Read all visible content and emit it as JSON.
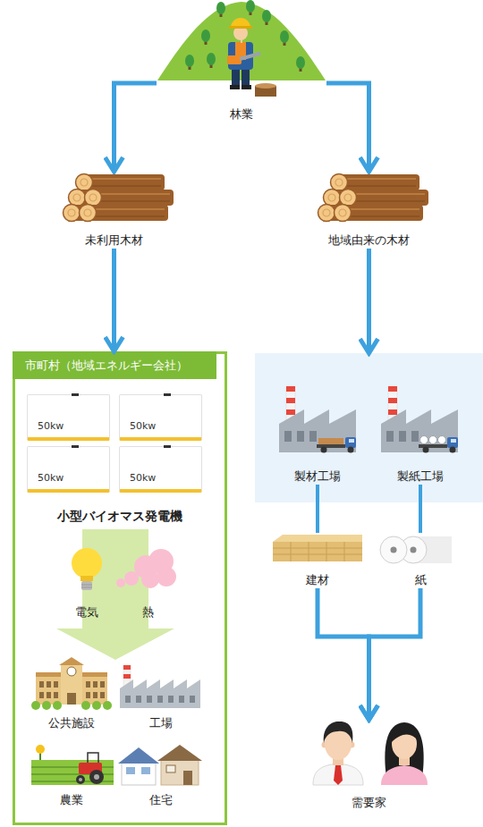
{
  "diagram": {
    "nodes": [
      {
        "text": [
          "林業"
        ]
      },
      {
        "text": [
          "未利用木材"
        ]
      },
      {
        "text": [
          "地域由来の木材"
        ]
      },
      {
        "text": [
          "市町村（地域エネルギー会社）"
        ]
      },
      {
        "text": [
          "50kw"
        ],
        "in": 3
      },
      {
        "text": [
          "50kw"
        ],
        "in": 3
      },
      {
        "text": [
          "50kw"
        ],
        "in": 3
      },
      {
        "text": [
          "50kw"
        ],
        "in": 3
      },
      {
        "text": [
          "電気"
        ],
        "in": 3
      },
      {
        "text": [
          "熱"
        ],
        "in": 3
      },
      {
        "text": [
          "公共施設"
        ],
        "in": 3
      },
      {
        "text": [
          "工場"
        ],
        "in": 3
      },
      {
        "text": [
          "農業"
        ],
        "in": 3
      },
      {
        "text": [
          "住宅"
        ],
        "in": 3
      },
      {
        "text": []
      },
      {
        "text": [
          "製材工場"
        ],
        "in": 14
      },
      {
        "text": [
          "製紙工場"
        ],
        "in": 14
      },
      {
        "text": [
          "建材"
        ]
      },
      {
        "text": [
          "紙"
        ]
      },
      {
        "text": [
          "需要家"
        ]
      }
    ],
    "edges": [
      {
        "from": 0,
        "to": 1,
        "arrow": "to"
      },
      {
        "from": 0,
        "to": 2,
        "arrow": "to"
      },
      {
        "from": 1,
        "to": 3,
        "arrow": "to"
      },
      {
        "from": 2,
        "to": 14,
        "arrow": "to"
      },
      {
        "from": 15,
        "to": 17,
        "arrow": "none"
      },
      {
        "from": 16,
        "to": 18,
        "arrow": "none"
      },
      {
        "from": 17,
        "to": 19,
        "arrow": "to"
      },
      {
        "from": 18,
        "to": 19,
        "arrow": "to"
      }
    ],
    "labels": [
      "小型バイオマス発電機"
    ]
  }
}
